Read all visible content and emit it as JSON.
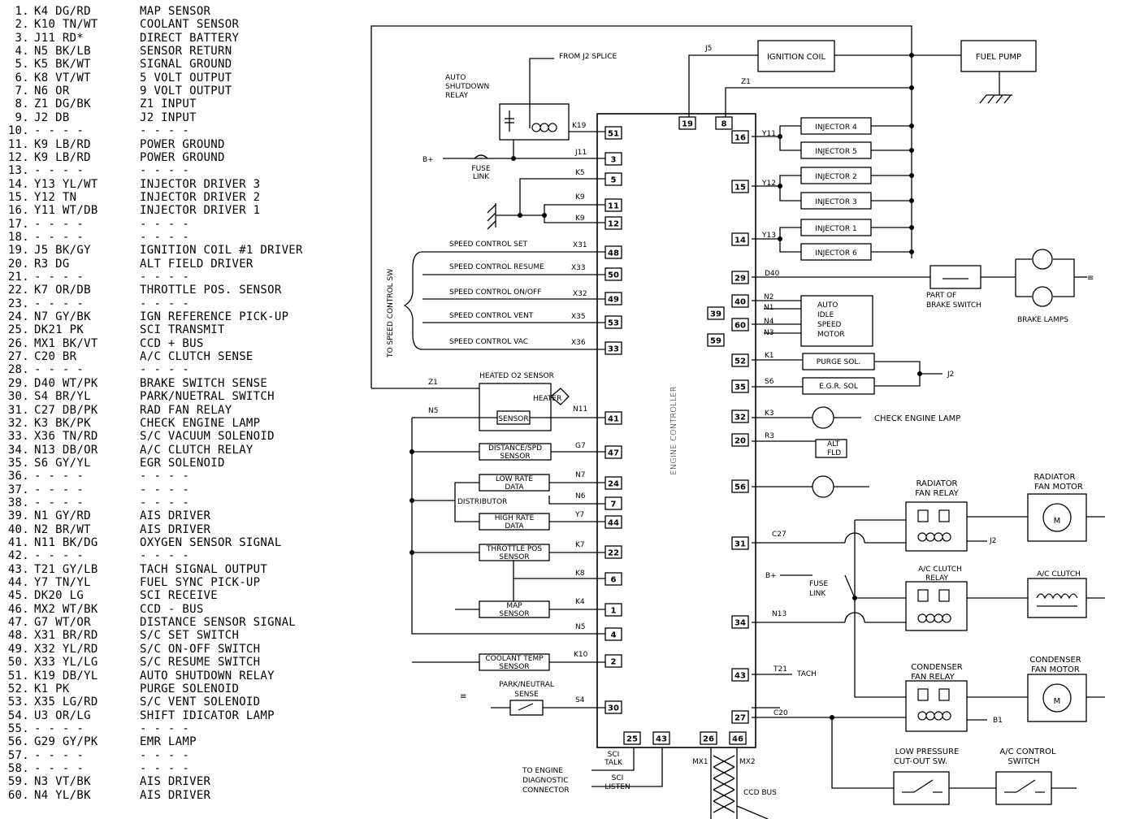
{
  "pin_list": [
    {
      "num": "1.",
      "wire": "K4 DG/RD",
      "func": "MAP SENSOR"
    },
    {
      "num": "2.",
      "wire": "K10 TN/WT",
      "func": "COOLANT SENSOR"
    },
    {
      "num": "3.",
      "wire": "J11 RD*",
      "func": "DIRECT BATTERY"
    },
    {
      "num": "4.",
      "wire": "N5 BK/LB",
      "func": "SENSOR RETURN"
    },
    {
      "num": "5.",
      "wire": "K5 BK/WT",
      "func": "SIGNAL GROUND"
    },
    {
      "num": "6.",
      "wire": "K8 VT/WT",
      "func": "5 VOLT OUTPUT"
    },
    {
      "num": "7.",
      "wire": "N6 OR",
      "func": "9 VOLT OUTPUT"
    },
    {
      "num": "8.",
      "wire": "Z1 DG/BK",
      "func": "Z1 INPUT"
    },
    {
      "num": "9.",
      "wire": "J2 DB",
      "func": "J2 INPUT"
    },
    {
      "num": "10.",
      "wire": "- - - -",
      "func": "- - - -"
    },
    {
      "num": "11.",
      "wire": "K9 LB/RD",
      "func": "POWER GROUND"
    },
    {
      "num": "12.",
      "wire": "K9 LB/RD",
      "func": "POWER GROUND"
    },
    {
      "num": "13.",
      "wire": "- - - -",
      "func": "- - - -"
    },
    {
      "num": "14.",
      "wire": "Y13 YL/WT",
      "func": "INJECTOR DRIVER 3"
    },
    {
      "num": "15.",
      "wire": "Y12 TN",
      "func": "INJECTOR DRIVER 2"
    },
    {
      "num": "16.",
      "wire": "Y11 WT/DB",
      "func": "INJECTOR DRIVER 1"
    },
    {
      "num": "17.",
      "wire": "- - - -",
      "func": "- - - -"
    },
    {
      "num": "18.",
      "wire": "- - - -",
      "func": "- - - -"
    },
    {
      "num": "19.",
      "wire": "J5 BK/GY",
      "func": "IGNITION COIL #1 DRIVER"
    },
    {
      "num": "20.",
      "wire": "R3 DG",
      "func": "ALT FIELD DRIVER"
    },
    {
      "num": "21.",
      "wire": "- - - -",
      "func": "- - - -"
    },
    {
      "num": "22.",
      "wire": "K7 OR/DB",
      "func": "THROTTLE POS. SENSOR"
    },
    {
      "num": "23.",
      "wire": "- - - -",
      "func": "- - - -"
    },
    {
      "num": "24.",
      "wire": "N7 GY/BK",
      "func": "IGN REFERENCE PICK-UP"
    },
    {
      "num": "25.",
      "wire": "DK21 PK",
      "func": "SCI TRANSMIT"
    },
    {
      "num": "26.",
      "wire": "MX1 BK/VT",
      "func": "CCD + BUS"
    },
    {
      "num": "27.",
      "wire": "C20 BR",
      "func": "A/C CLUTCH SENSE"
    },
    {
      "num": "28.",
      "wire": "- - - -",
      "func": "- - - -"
    },
    {
      "num": "29.",
      "wire": "D40 WT/PK",
      "func": "BRAKE SWITCH SENSE"
    },
    {
      "num": "30.",
      "wire": "S4 BR/YL",
      "func": "PARK/NUETRAL SWITCH"
    },
    {
      "num": "31.",
      "wire": "C27 DB/PK",
      "func": "RAD FAN RELAY"
    },
    {
      "num": "32.",
      "wire": "K3 BK/PK",
      "func": "CHECK ENGINE LAMP"
    },
    {
      "num": "33.",
      "wire": "X36 TN/RD",
      "func": "S/C VACUUM SOLENOID"
    },
    {
      "num": "34.",
      "wire": "N13 DB/OR",
      "func": "A/C CLUTCH RELAY"
    },
    {
      "num": "35.",
      "wire": "S6 GY/YL",
      "func": "EGR SOLENOID"
    },
    {
      "num": "36.",
      "wire": "- - - -",
      "func": "- - - -"
    },
    {
      "num": "37.",
      "wire": "- - - -",
      "func": "- - - -"
    },
    {
      "num": "38.",
      "wire": "- - - -",
      "func": "- - - -"
    },
    {
      "num": "39.",
      "wire": "N1 GY/RD",
      "func": "AIS DRIVER"
    },
    {
      "num": "40.",
      "wire": "N2 BR/WT",
      "func": "AIS DRIVER"
    },
    {
      "num": "41.",
      "wire": "N11 BK/DG",
      "func": "OXYGEN SENSOR SIGNAL"
    },
    {
      "num": "42.",
      "wire": "- - - -",
      "func": "- - - -"
    },
    {
      "num": "43.",
      "wire": "T21 GY/LB",
      "func": "TACH SIGNAL OUTPUT"
    },
    {
      "num": "44.",
      "wire": "Y7 TN/YL",
      "func": "FUEL SYNC PICK-UP"
    },
    {
      "num": "45.",
      "wire": "DK20 LG",
      "func": "SCI RECEIVE"
    },
    {
      "num": "46.",
      "wire": "MX2 WT/BK",
      "func": "CCD - BUS"
    },
    {
      "num": "47.",
      "wire": "G7 WT/OR",
      "func": "DISTANCE SENSOR SIGNAL"
    },
    {
      "num": "48.",
      "wire": "X31 BR/RD",
      "func": "S/C SET SWITCH"
    },
    {
      "num": "49.",
      "wire": "X32 YL/RD",
      "func": "S/C ON-OFF SWITCH"
    },
    {
      "num": "50.",
      "wire": "X33 YL/LG",
      "func": "S/C RESUME SWITCH"
    },
    {
      "num": "51.",
      "wire": "K19 DB/YL",
      "func": "AUTO SHUTDOWN RELAY"
    },
    {
      "num": "52.",
      "wire": "K1 PK",
      "func": "PURGE SOLENOID"
    },
    {
      "num": "53.",
      "wire": "X35 LG/RD",
      "func": "S/C VENT SOLENOID"
    },
    {
      "num": "54.",
      "wire": "U3 OR/LG",
      "func": "SHIFT IDICATOR LAMP"
    },
    {
      "num": "55.",
      "wire": "- - - -",
      "func": "- - - -"
    },
    {
      "num": "56.",
      "wire": "G29 GY/PK",
      "func": "EMR LAMP"
    },
    {
      "num": "57.",
      "wire": "- - - -",
      "func": "- - - -"
    },
    {
      "num": "58.",
      "wire": "- - - -",
      "func": "- - - -"
    },
    {
      "num": "59.",
      "wire": "N3 VT/BK",
      "func": "AIS DRIVER"
    },
    {
      "num": "60.",
      "wire": "N4 YL/BK",
      "func": "AIS DRIVER"
    }
  ],
  "controller": {
    "title": "ENGINE CONTROLLER"
  },
  "components": {
    "ignition_coil": "IGNITION COIL",
    "fuel_pump": "FUEL PUMP",
    "asd_relay": "AUTO SHUTDOWN RELAY",
    "from_j2": "FROM J2 SPLICE",
    "fuse_link": "FUSE LINK",
    "b_plus": "B+",
    "speed_sw": "TO SPEED CONTROL SW",
    "o2_sensor": "HEATED O2 SENSOR",
    "heater": "HEATER",
    "sensor": "SENSOR",
    "distance_sensor": "DISTANCE/SPD SENSOR",
    "low_rate": "LOW RATE DATA",
    "distributor": "DISTRIBUTOR",
    "high_rate": "HIGH RATE DATA",
    "throttle_sensor": "THROTTLE POS SENSOR",
    "map_sensor": "MAP SENSOR",
    "coolant_sensor": "COOLANT TEMP SENSOR",
    "park_neutral": "PARK/NEUTRAL SENSE",
    "sci_talk": "SCI TALK",
    "sci_listen": "SCI LISTEN",
    "diag_connector": "TO ENGINE DIAGNOSTIC CONNECTOR",
    "ccd_bus": "CCD BUS",
    "inj4": "INJECTOR 4",
    "inj5": "INJECTOR 5",
    "inj2": "INJECTOR 2",
    "inj3": "INJECTOR 3",
    "inj1": "INJECTOR 1",
    "inj6": "INJECTOR 6",
    "brake_switch": "PART OF BRAKE SWITCH",
    "brake_lamps": "BRAKE LAMPS",
    "ais_motor": "AUTO IDLE SPEED MOTOR",
    "purge_sol": "PURGE SOL.",
    "egr_sol": "E.G.R. SOL",
    "check_engine": "CHECK ENGINE LAMP",
    "alt_fld": "ALT FLD",
    "rad_relay": "RADIATOR FAN RELAY",
    "rad_motor": "RADIATOR FAN MOTOR",
    "ac_relay": "A/C CLUTCH RELAY",
    "ac_clutch": "A/C CLUTCH",
    "cond_relay": "CONDENSER FAN RELAY",
    "cond_motor": "CONDENSER FAN MOTOR",
    "low_press": "LOW PRESSURE CUT-OUT SW.",
    "ac_switch": "A/C CONTROL SWITCH",
    "tach": "TACH"
  },
  "pins_left": [
    "51",
    "3",
    "5",
    "11",
    "12",
    "48",
    "50",
    "49",
    "53",
    "33",
    "41",
    "47",
    "24",
    "7",
    "44",
    "22",
    "6",
    "1",
    "4",
    "2",
    "30"
  ],
  "pins_right": [
    "16",
    "15",
    "14",
    "29",
    "40",
    "60",
    "39",
    "59",
    "52",
    "35",
    "32",
    "20",
    "56",
    "31",
    "34",
    "43",
    "27"
  ],
  "pins_top": [
    "19",
    "8"
  ],
  "pins_bottom": [
    "25",
    "43",
    "26",
    "46"
  ],
  "wires": {
    "j5": "J5",
    "z1": "Z1",
    "k19": "K19",
    "j11": "J11",
    "k5": "K5",
    "k9": "K9",
    "x31": "X31",
    "x33": "X33",
    "x32": "X32",
    "x35": "X35",
    "x36": "X36",
    "n5": "N5",
    "n11": "N11",
    "g7": "G7",
    "n7": "N7",
    "n6": "N6",
    "y7": "Y7",
    "k7": "K7",
    "k8": "K8",
    "k4": "K4",
    "k10": "K10",
    "s4": "S4",
    "y11": "Y11",
    "y12": "Y12",
    "y13": "Y13",
    "d40": "D40",
    "n2": "N2",
    "n1": "N1",
    "n4": "N4",
    "n3": "N3",
    "k1": "K1",
    "s6": "S6",
    "j2": "J2",
    "k3": "K3",
    "r3": "R3",
    "c27": "C27",
    "n13": "N13",
    "t21": "T21",
    "c20": "C20",
    "b1": "B1",
    "mx1": "MX1",
    "mx2": "MX2"
  },
  "speed_labels": [
    "SPEED CONTROL SET",
    "SPEED CONTROL RESUME",
    "SPEED CONTROL ON/OFF",
    "SPEED CONTROL VENT",
    "SPEED CONTROL VAC"
  ]
}
